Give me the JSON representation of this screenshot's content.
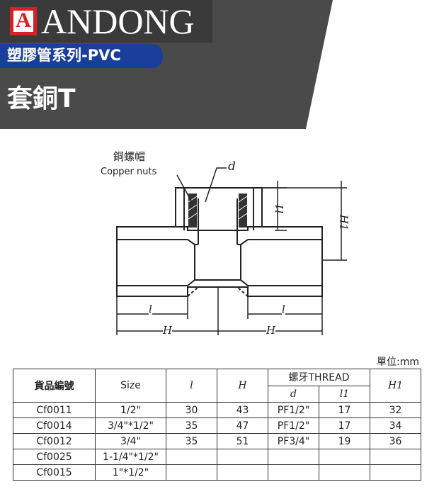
{
  "header": {
    "logo_letter": "A",
    "brand": "ANDONG",
    "series": "塑膠管系列-PVC",
    "product": "套銅T"
  },
  "drawing": {
    "label_zh": "銅螺帽",
    "label_en": "Copper nuts",
    "dim_d": "d",
    "dim_l1": "l1",
    "dim_H1": "H1",
    "dim_l_left": "l",
    "dim_l_right": "l",
    "dim_H_left": "H",
    "dim_H_right": "H"
  },
  "unit": "單位:mm",
  "table": {
    "headers": {
      "code": "貨品編號",
      "size": "Size",
      "l": "l",
      "H": "H",
      "thread": "螺牙THREAD",
      "d": "d",
      "l1": "l1",
      "H1": "H1"
    },
    "rows": [
      {
        "code": "Cf0011",
        "size": "1/2\"",
        "l": "30",
        "H": "43",
        "d": "PF1/2\"",
        "l1": "17",
        "H1": "32"
      },
      {
        "code": "Cf0014",
        "size": "3/4\"*1/2\"",
        "l": "35",
        "H": "47",
        "d": "PF1/2\"",
        "l1": "17",
        "H1": "34"
      },
      {
        "code": "Cf0012",
        "size": "3/4\"",
        "l": "35",
        "H": "51",
        "d": "PF3/4\"",
        "l1": "19",
        "H1": "36"
      },
      {
        "code": "Cf0025",
        "size": "1-1/4\"*1/2\"",
        "l": "",
        "H": "",
        "d": "",
        "l1": "",
        "H1": ""
      },
      {
        "code": "Cf0015",
        "size": "1\"*1/2\"",
        "l": "",
        "H": "",
        "d": "",
        "l1": "",
        "H1": ""
      }
    ]
  },
  "colors": {
    "banner_dark": "#4a4a4a",
    "banner_black": "#222222",
    "series_blue": "#1a3f9a",
    "logo_red": "#d42026"
  }
}
